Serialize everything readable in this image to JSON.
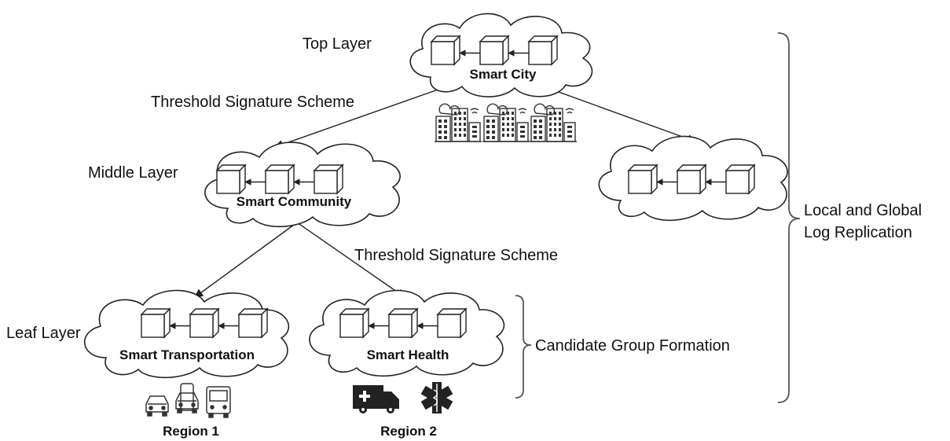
{
  "layers": {
    "top": "Top Layer",
    "middle": "Middle Layer",
    "leaf": "Leaf Layer"
  },
  "nodes": {
    "smart_city": "Smart City",
    "smart_community": "Smart Community",
    "smart_transportation": "Smart Transportation",
    "smart_health": "Smart Health"
  },
  "edges": {
    "top_to_middle": "Threshold Signature Scheme",
    "middle_to_leaf": "Threshold Signature Scheme"
  },
  "regions": {
    "region1": "Region 1",
    "region2": "Region 2"
  },
  "braces": {
    "candidate": "Candidate Group Formation",
    "replication_line1": "Local and Global",
    "replication_line2": "Log Replication"
  },
  "icons": {
    "city": [
      "smart-building-icon",
      "smart-building-icon",
      "smart-building-icon"
    ],
    "transport": [
      "car-icon",
      "taxi-icon",
      "bus-icon"
    ],
    "health": [
      "ambulance-icon",
      "star-of-life-icon"
    ]
  },
  "colors": {
    "stroke": "#222222",
    "text": "#111111",
    "icon": "#333333"
  }
}
